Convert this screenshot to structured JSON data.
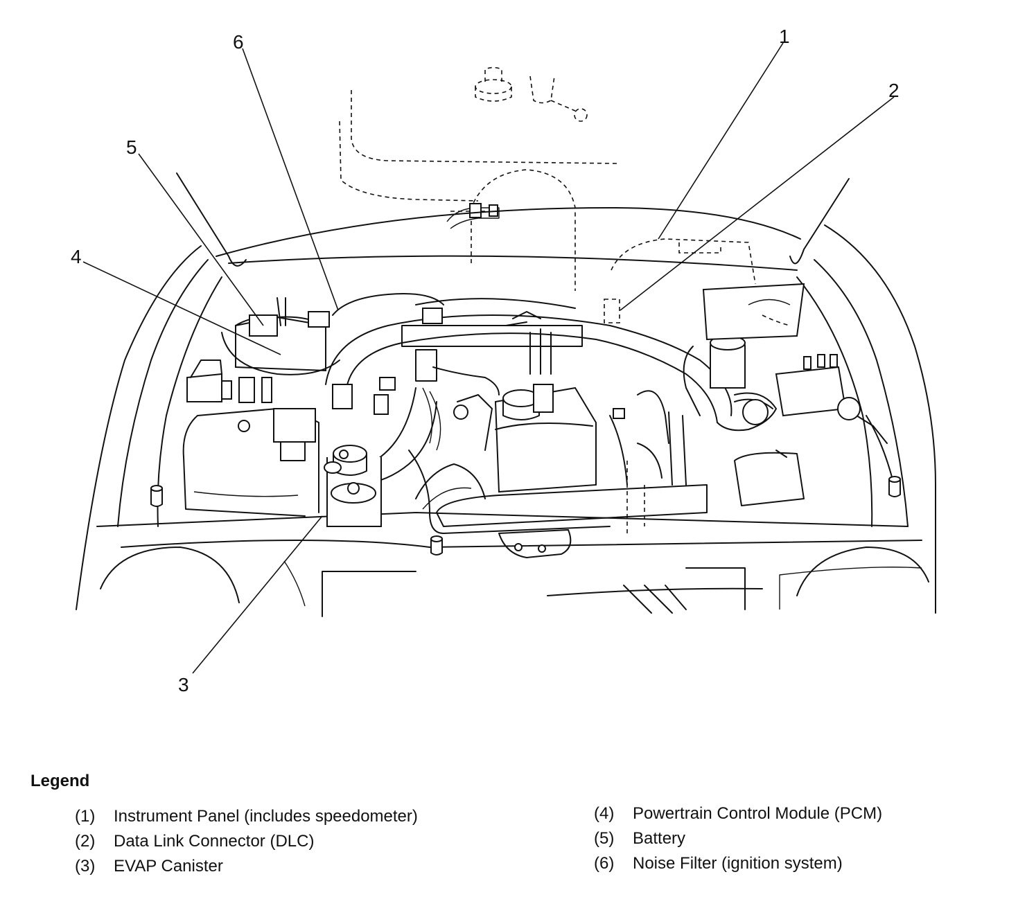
{
  "callouts": [
    "1",
    "2",
    "3",
    "4",
    "5",
    "6"
  ],
  "legend": {
    "title": "Legend",
    "items": [
      {
        "num": "(1)",
        "label": "Instrument Panel (includes speedometer)"
      },
      {
        "num": "(2)",
        "label": "Data Link Connector (DLC)"
      },
      {
        "num": "(3)",
        "label": "EVAP Canister"
      },
      {
        "num": "(4)",
        "label": "Powertrain Control Module (PCM)"
      },
      {
        "num": "(5)",
        "label": "Battery"
      },
      {
        "num": "(6)",
        "label": "Noise Filter (ignition system)"
      }
    ]
  }
}
